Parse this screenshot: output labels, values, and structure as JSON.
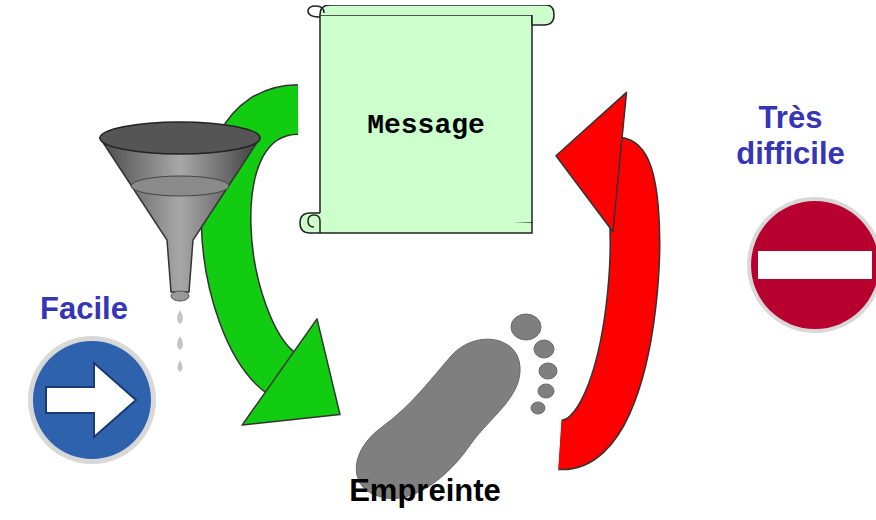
{
  "diagram": {
    "nodes": [
      {
        "text": [
          "Message"
        ]
      },
      {
        "text": [
          "Empreinte"
        ]
      }
    ],
    "edges": [
      {
        "from": 0,
        "to": 1,
        "arrow": "to",
        "label": "Facile"
      },
      {
        "from": 1,
        "to": 0,
        "arrow": "to",
        "label": "Très difficile"
      }
    ]
  }
}
